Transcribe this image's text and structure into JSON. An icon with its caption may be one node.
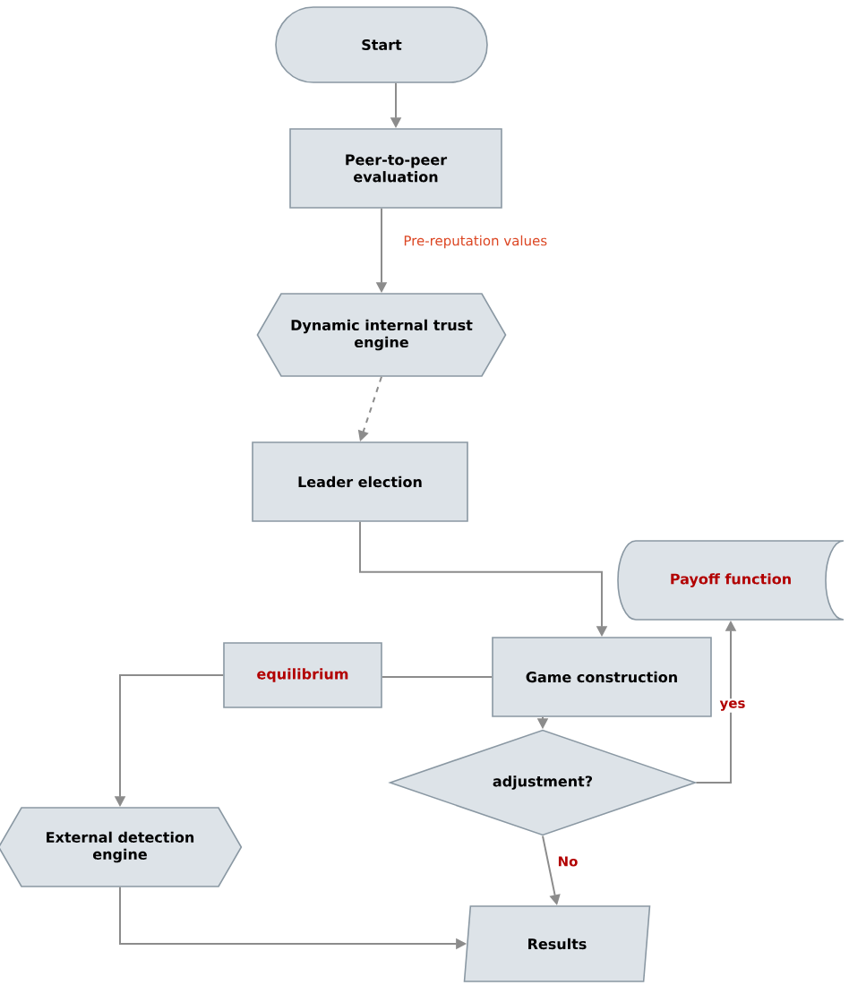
{
  "diagram": {
    "nodes": [
      {
        "text": [
          "Start"
        ]
      },
      {
        "text": [
          "Peer-to-peer evaluation"
        ]
      },
      {
        "text": [
          "Dynamic internal trust engine"
        ]
      },
      {
        "text": [
          "Leader election"
        ]
      },
      {
        "text": [
          "Payoff function"
        ]
      },
      {
        "text": [
          "equilibrium"
        ]
      },
      {
        "text": [
          "Game construction"
        ]
      },
      {
        "text": [
          "adjustment?"
        ]
      },
      {
        "text": [
          "External detection engine"
        ]
      },
      {
        "text": [
          "Results"
        ]
      }
    ],
    "edges": [
      {
        "from": 0,
        "to": 1,
        "arrow": "to"
      },
      {
        "from": 1,
        "to": 2,
        "arrow": "to",
        "label": "Pre-reputation values"
      },
      {
        "from": 2,
        "to": 3,
        "arrow": "to",
        "style": "dashed"
      },
      {
        "from": 3,
        "to": 6,
        "arrow": "to"
      },
      {
        "from": 6,
        "to": 7,
        "arrow": "to"
      },
      {
        "from": 7,
        "to": 4,
        "arrow": "to",
        "label": "yes"
      },
      {
        "from": 6,
        "to": 5,
        "arrow": "none"
      },
      {
        "from": 5,
        "to": 8,
        "arrow": "to"
      },
      {
        "from": 7,
        "to": 9,
        "arrow": "to",
        "label": "No"
      },
      {
        "from": 8,
        "to": 9,
        "arrow": "to"
      }
    ]
  }
}
